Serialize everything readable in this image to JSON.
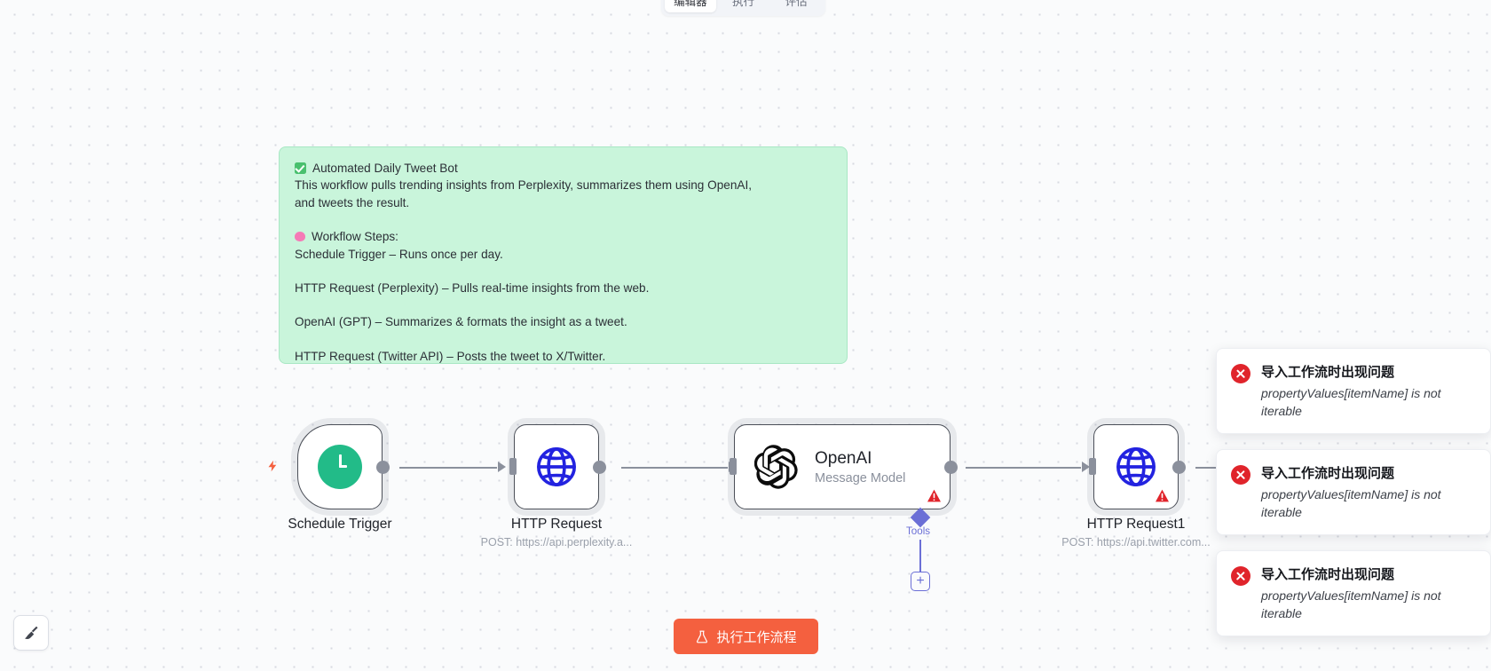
{
  "topbar": {
    "tabs": [
      {
        "label": "编辑器",
        "active": true
      },
      {
        "label": "执行",
        "active": false
      },
      {
        "label": "评估",
        "active": false
      }
    ]
  },
  "sticky_note": {
    "title": "Automated Daily Tweet Bot",
    "description_line1": "This workflow pulls trending insights from Perplexity, summarizes them using OpenAI,",
    "description_line2": "and tweets the result.",
    "steps_heading": "Workflow Steps:",
    "step1": "Schedule Trigger – Runs once per day.",
    "step2": "HTTP Request (Perplexity) – Pulls real-time insights from the web.",
    "step3": "OpenAI (GPT) – Summarizes & formats the insight as a tweet.",
    "step4": "HTTP Request (Twitter API) – Posts the tweet to X/Twitter.",
    "background_color": "#c9f5db",
    "check_icon": "check-emoji",
    "brain_icon": "brain-emoji"
  },
  "nodes": [
    {
      "id": "schedule-trigger",
      "name": "Schedule Trigger",
      "subtitle": "",
      "icon": "clock-icon",
      "icon_color": "#22bb88",
      "has_warning": false
    },
    {
      "id": "http-request",
      "name": "HTTP Request",
      "subtitle": "POST: https://api.perplexity.a...",
      "icon": "globe-icon",
      "icon_color": "#2323e0",
      "has_warning": false
    },
    {
      "id": "openai",
      "name": "OpenAI",
      "subtitle": "Message Model",
      "icon": "openai-icon",
      "icon_color": "#0c0c0c",
      "has_warning": true
    },
    {
      "id": "http-request1",
      "name": "HTTP Request1",
      "subtitle": "POST: https://api.twitter.com...",
      "icon": "globe-icon",
      "icon_color": "#2323e0",
      "has_warning": true
    }
  ],
  "tools_connector": {
    "label": "Tools",
    "color": "#6b6fd6",
    "add_button_label": "+"
  },
  "add_node_button": {
    "label": "+"
  },
  "execute_button": {
    "label": "执行工作流程",
    "icon": "flask-icon",
    "color": "#f4603f"
  },
  "tidy_button": {
    "icon": "broom-icon"
  },
  "toasts": [
    {
      "title": "导入工作流时出现问题",
      "message_line1": "propertyValues[itemName] is not",
      "message_line2": "iterable",
      "icon": "error-circle-icon",
      "icon_color": "#e0242b"
    },
    {
      "title": "导入工作流时出现问题",
      "message_line1": "propertyValues[itemName] is not",
      "message_line2": "iterable",
      "icon": "error-circle-icon",
      "icon_color": "#e0242b"
    },
    {
      "title": "导入工作流时出现问题",
      "message_line1": "propertyValues[itemName] is not",
      "message_line2": "iterable",
      "icon": "error-circle-icon",
      "icon_color": "#e0242b"
    }
  ],
  "trigger_indicator": {
    "icon": "lightning-bolt-icon",
    "color": "#f4603f"
  }
}
